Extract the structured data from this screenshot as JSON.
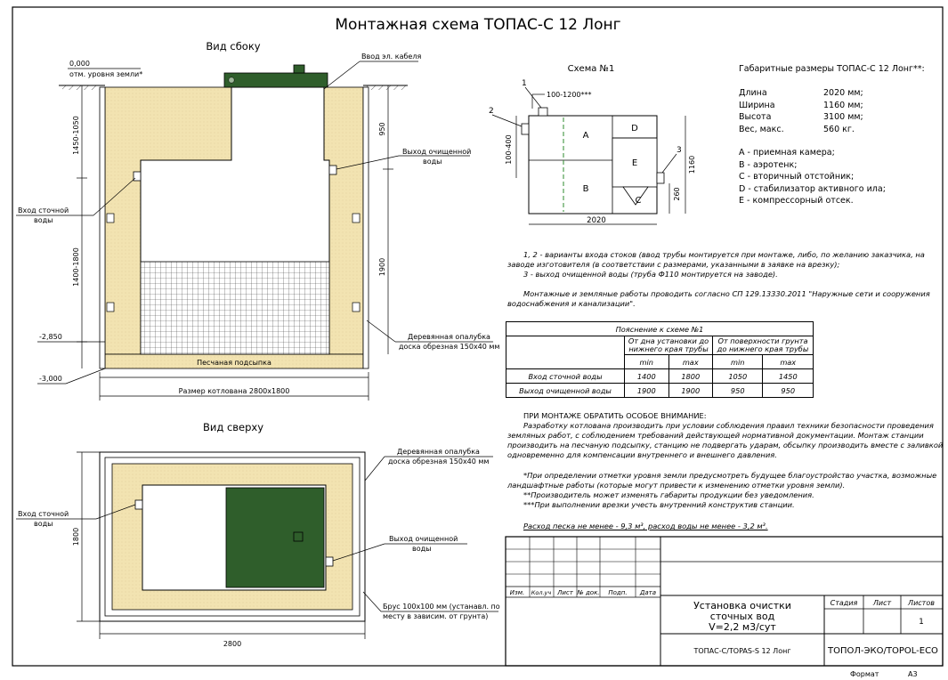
{
  "title": "Монтажная схема ТОПАС-С 12 Лонг",
  "side_view": {
    "title": "Вид сбоку",
    "ground_level_value": "0,000",
    "ground_level_label": "отм. уровня земли*",
    "cable_label": "Ввод эл. кабеля",
    "outlet_label_1": "Выход очищенной",
    "outlet_label_2": "воды",
    "inlet_label_1": "Вход сточной",
    "inlet_label_2": "воды",
    "dim_top_left": "1450-1050",
    "dim_mid_left": "1400-1800",
    "dim_top_right": "950",
    "dim_mid_right": "1900",
    "level_a": "-2,850",
    "level_b": "-3,000",
    "formwork_1": "Деревянная опалубка",
    "formwork_2": "доска обрезная 150x40 мм",
    "sand_bed": "Песчаная подсыпка",
    "pit_size": "Размер котлована 2800x1800"
  },
  "top_view": {
    "title": "Вид сверху",
    "formwork_1": "Деревянная опалубка",
    "formwork_2": "доска обрезная 150x40 мм",
    "inlet_1": "Вход сточной",
    "inlet_2": "воды",
    "outlet_1": "Выход очищенной",
    "outlet_2": "воды",
    "dim_left": "1800",
    "dim_bottom": "2800",
    "beam_1": "Брус 100x100 мм (устанавл. по",
    "beam_2": "месту в зависим. от грунта)"
  },
  "scheme": {
    "title": "Схема №1",
    "n1": "1",
    "n2": "2",
    "n3": "3",
    "d_top": "100-1200***",
    "d_left": "100-400",
    "d_right": "1160",
    "d_right_small": "260",
    "d_bottom": "2020",
    "ca": "A",
    "cb": "B",
    "cc": "C",
    "cd": "D",
    "ce": "E"
  },
  "dimensions": {
    "title": "Габаритные размеры ТОПАС-С 12 Лонг**:",
    "rows": [
      {
        "k": "Длина",
        "v": "2020 мм;"
      },
      {
        "k": "Ширина",
        "v": "1160 мм;"
      },
      {
        "k": "Высота",
        "v": "3100 мм;"
      },
      {
        "k": "Вес, макс.",
        "v": "560 кг."
      }
    ],
    "legend": [
      "А - приемная камера;",
      "В - аэротенк;",
      "С - вторичный отстойник;",
      "D - стабилизатор активного ила;",
      "Е - компрессорный отсек."
    ]
  },
  "notes": {
    "n1a": "1, 2 - варианты входа  стоков (ввод трубы монтируется при монтаже, либо, по желанию заказчика, на",
    "n1b": "заводе изготовителя (в соответствии с размерами, указанными в заявке на врезку);",
    "n2": "3 - выход очищенной воды (труба Ф110 монтируется на заводе).",
    "n3a": "Монтажные и земляные работы проводить согласно СП 129.13330.2011 \"Наружные сети и сооружения",
    "n3b": "водоснабжения и канализации\"."
  },
  "table": {
    "caption": "Пояснение к схеме №1",
    "h1": "От дна установки до нижнего края трубы",
    "h2": "От поверхности грунта до нижнего края трубы",
    "min": "min",
    "max": "max",
    "rows": [
      {
        "name": "Вход сточной воды",
        "v": [
          "1400",
          "1800",
          "1050",
          "1450"
        ]
      },
      {
        "name": "Выход очищенной воды",
        "v": [
          "1900",
          "1900",
          "950",
          "950"
        ]
      }
    ]
  },
  "attention": {
    "title": "ПРИ МОНТАЖЕ ОБРАТИТЬ ОСОБОЕ ВНИМАНИЕ:",
    "l1": "Разработку котлована производить при условии соблюдения правил техники безопасности проведения",
    "l2": "земляных работ, с соблюдением требований действующей нормативной документации. Монтаж станции",
    "l3": "производить на песчаную подсыпку, станцию не подвергать ударам, обсыпку производить вместе с заливкой",
    "l4": "одновременно для компенсации внутреннего и внешнего давления.",
    "f1a": "*При определении отметки уровня земли предусмотреть будущее благоустройство участка, возможные",
    "f1b": "ландшафтные работы (которые могут привести к изменению отметки уровня земли).",
    "f2": "**Производитель может изменять габариты продукции без уведомления.",
    "f3": "***При выполнении врезки учесть внутренний конструктив станции.",
    "sand": "Расход песка не менее - 9,3 м³, расход воды не менее - 3,2 м³."
  },
  "stamp": {
    "cols": [
      "Изм.",
      "Кол.уч",
      "Лист",
      "№ док.",
      "Подп.",
      "Дата"
    ],
    "name_1": "Установка очистки",
    "name_2": "сточных вод",
    "name_3": "V=2,2 м3/сут",
    "stage": "Стадия",
    "sheet": "Лист",
    "sheets": "Листов",
    "sheets_value": "1",
    "product": "ТОПАС-С/TOPAS-S 12 Лонг",
    "company": "ТОПОЛ-ЭКО/TOPOL-ECO",
    "format_label": "Формат",
    "format_value": "А3"
  },
  "colors": {
    "sand": "#f2e3b1",
    "station_lid": "#2f5e2b",
    "dashed_green": "#2e8b2e"
  }
}
